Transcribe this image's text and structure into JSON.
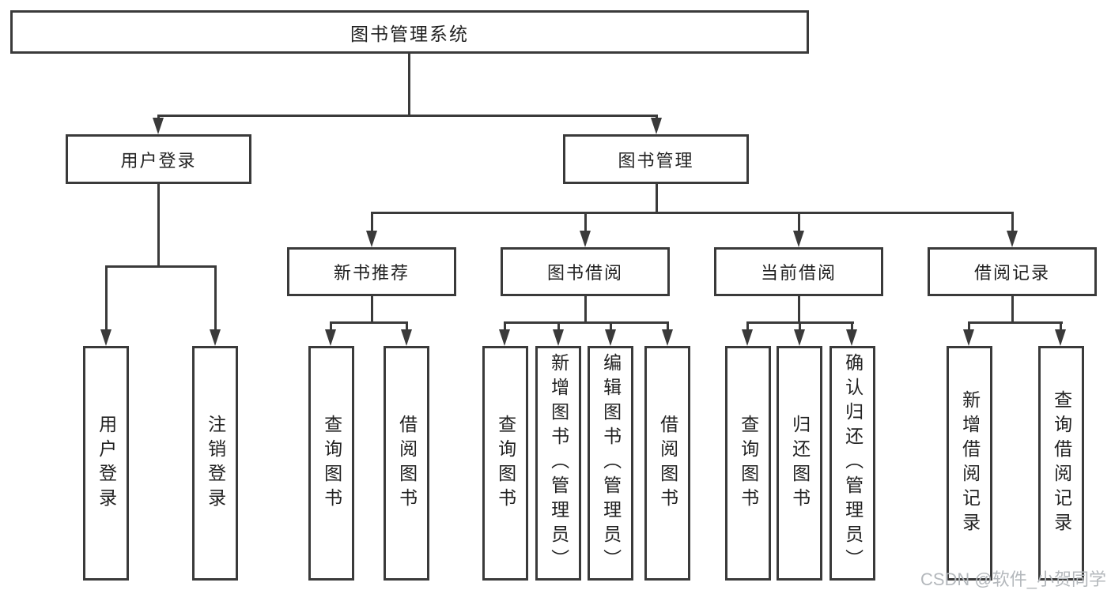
{
  "diagram": {
    "title": "图书管理系统",
    "watermark": "CSDN @软件_小贺同学",
    "colors": {
      "line": "#3a3a3a",
      "text": "#222222",
      "watermark": "#b4b8bc",
      "background": "#ffffff"
    },
    "tree": {
      "root": {
        "label": "图书管理系统"
      },
      "children": [
        {
          "label": "用户登录",
          "children": [
            {
              "label": "用户登录"
            },
            {
              "label": "注销登录"
            }
          ]
        },
        {
          "label": "图书管理",
          "children": [
            {
              "label": "新书推荐",
              "children": [
                {
                  "label": "查询图书"
                },
                {
                  "label": "借阅图书"
                }
              ]
            },
            {
              "label": "图书借阅",
              "children": [
                {
                  "label": "查询图书"
                },
                {
                  "label": "新增图书（管理员）"
                },
                {
                  "label": "编辑图书（管理员）"
                },
                {
                  "label": "借阅图书"
                }
              ]
            },
            {
              "label": "当前借阅",
              "children": [
                {
                  "label": "查询图书"
                },
                {
                  "label": "归还图书"
                },
                {
                  "label": "确认归还（管理员）"
                }
              ]
            },
            {
              "label": "借阅记录",
              "children": [
                {
                  "label": "新增借阅记录"
                },
                {
                  "label": "查询借阅记录"
                }
              ]
            }
          ]
        }
      ]
    }
  }
}
